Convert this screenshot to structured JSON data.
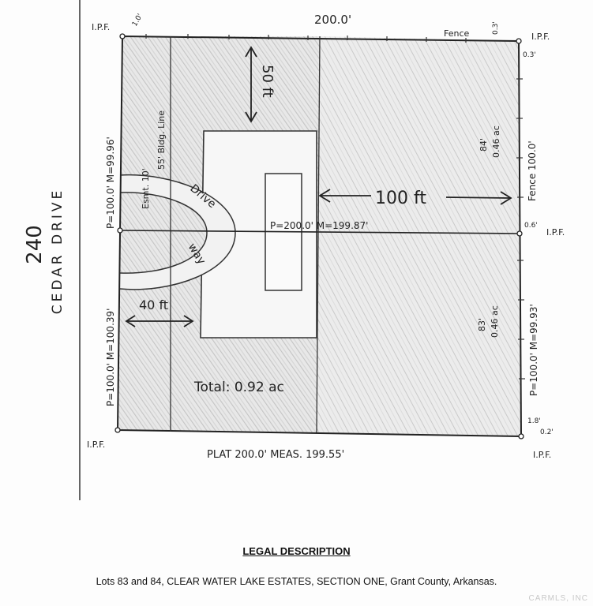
{
  "street": {
    "number": "240",
    "name": "CEDAR DRIVE"
  },
  "corners": {
    "top_left": "I.P.F.",
    "top_right": "I.P.F.",
    "mid_right": "I.P.F.",
    "bottom_left": "I.P.F.",
    "bottom_right": "I.P.F."
  },
  "boundaries": {
    "top": "200.0'",
    "top_offset": "1.0'",
    "top_fence": "Fence",
    "top_right_offset_a": "0.3'",
    "top_right_offset_b": "0.3'",
    "bottom": "PLAT 200.0'   MEAS. 199.55'",
    "left_upper": "P=100.0'  M=99.96'",
    "left_lower": "P=100.0'  M=100.39'",
    "right_upper_fence": "Fence 100.0'",
    "right_lower": "P=100.0'  M=99.93'",
    "right_mid_offset": "0.6'",
    "right_bottom_offset_a": "1.8'",
    "right_bottom_offset_b": "0.2'",
    "middle_line": "P=200.0'   M=199.87'",
    "setback_left": "55' Bldg. Line",
    "easement": "Esmt. 10'"
  },
  "lots": {
    "lot84": {
      "number": "84'",
      "area": "0.46 ac"
    },
    "lot83": {
      "number": "83'",
      "area": "0.46 ac"
    }
  },
  "annotations": {
    "fifty": "50 ft",
    "hundred": "100 ft",
    "forty": "40 ft",
    "driveway": "Drive",
    "way": "way",
    "total": "Total: 0.92 ac"
  },
  "legal": {
    "title": "LEGAL DESCRIPTION",
    "body": "Lots 83 and 84, CLEAR WATER LAKE ESTATES, SECTION ONE, Grant County, Arkansas."
  },
  "watermark": "CARMLS, INC"
}
